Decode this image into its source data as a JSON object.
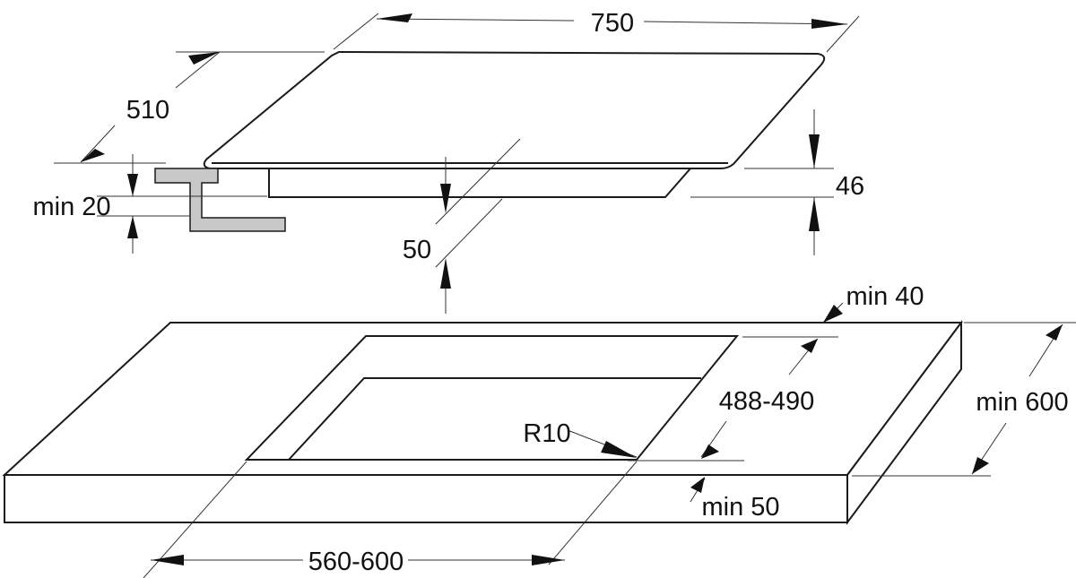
{
  "dimensions": {
    "width_hob": "750",
    "depth_hob": "510",
    "min_bracket": "min 20",
    "clearance": "50",
    "hob_height": "46",
    "min_back": "min 40",
    "cutout_depth": "488-490",
    "corner_radius": "R10",
    "min_worktop_depth": "min 600",
    "min_front": "min 50",
    "cutout_width": "560-600"
  },
  "colors": {
    "line": "#1a1a1a",
    "bracket": "#c8c8c8"
  }
}
